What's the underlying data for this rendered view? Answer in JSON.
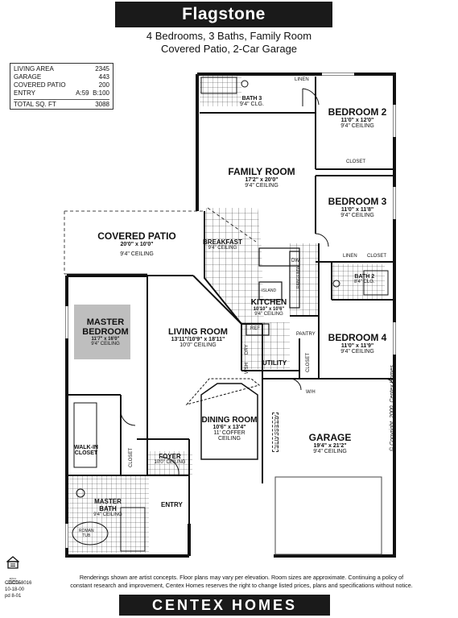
{
  "header": {
    "title": "Flagstone",
    "line1": "4 Bedrooms, 3 Baths, Family Room",
    "line2": "Covered Patio, 2-Car Garage"
  },
  "stats": {
    "rows": [
      {
        "label": "LIVING AREA",
        "value": "2345"
      },
      {
        "label": "GARAGE",
        "value": "443"
      },
      {
        "label": "COVERED PATIO",
        "value": "200"
      }
    ],
    "entry_label": "ENTRY",
    "entry_a": "A:59",
    "entry_b": "B:100",
    "total_label": "TOTAL SQ. FT",
    "total_value": "3088"
  },
  "rooms": {
    "bath3": {
      "name": "BATH 3",
      "dims": "9'4\" CLG."
    },
    "linen_top": {
      "name": "LINEN"
    },
    "bedroom2": {
      "name": "BEDROOM 2",
      "size": "11'0\" x 12'0\"",
      "ceiling": "9'4\" CEILING"
    },
    "closet_b2": {
      "name": "CLOSET"
    },
    "family": {
      "name": "FAMILY ROOM",
      "size": "17'2\" x 20'0\"",
      "ceiling": "9'4\" CEILING"
    },
    "bedroom3": {
      "name": "BEDROOM 3",
      "size": "11'0\" x 11'8\"",
      "ceiling": "9'4\" CEILING"
    },
    "linen_mid": {
      "name": "LINEN"
    },
    "closet_b3": {
      "name": "CLOSET"
    },
    "bath2": {
      "name": "BATH 2",
      "dims": "8'4\" CLG."
    },
    "patio": {
      "name": "COVERED PATIO",
      "size": "20'0\" x 10'0\"",
      "ceiling": "9'4\" CEILING"
    },
    "breakfast": {
      "name": "BREAKFAST",
      "ceiling": "9'4\" CEILING"
    },
    "dw": {
      "name": "DW"
    },
    "island": {
      "name": "ISLAND"
    },
    "range": {
      "name": "RANGE/MW"
    },
    "kitchen": {
      "name": "KITCHEN",
      "size": "10'10\" x 10'6\"",
      "ceiling": "9'4\" CEILING"
    },
    "ref": {
      "name": "REF"
    },
    "pantry": {
      "name": "PANTRY"
    },
    "dry": {
      "name": "DRY"
    },
    "wsh": {
      "name": "WSH"
    },
    "utility": {
      "name": "UTILITY"
    },
    "closet_util": {
      "name": "CLOSET"
    },
    "wh": {
      "name": "W/H"
    },
    "master": {
      "name1": "MASTER",
      "name2": "BEDROOM",
      "size": "11'7\" x 16'0\"",
      "ceiling": "9'4\" CEILING"
    },
    "living": {
      "name": "LIVING ROOM",
      "size": "13'11\"/10'9\" x 18'11\"",
      "ceiling": "10'0\" CEILING"
    },
    "bedroom4": {
      "name": "BEDROOM 4",
      "size": "11'0\" x 11'9\"",
      "ceiling": "9'4\" CEILING"
    },
    "dining": {
      "name": "DINING ROOM",
      "size": "10'6\" x 13'4\"",
      "ceiling": "11' COFFER",
      "ceiling2": "CEILING"
    },
    "access": {
      "name": "ACCESS",
      "sub": "ATTIC"
    },
    "garage": {
      "name": "GARAGE",
      "size": "19'4\" x 21'2\"",
      "ceiling": "9'4\" CEILING"
    },
    "walkin": {
      "name1": "WALK-IN",
      "name2": "CLOSET"
    },
    "closet_master": {
      "name": "CLOSET"
    },
    "foyer": {
      "name": "FOYER",
      "ceiling": "10'0\" CEILING"
    },
    "masterbath": {
      "name1": "MASTER",
      "name2": "BATH",
      "ceiling": "9'4\" CEILING"
    },
    "roman": {
      "name1": "ROMAN",
      "name2": "TUB"
    },
    "entry": {
      "name": "ENTRY"
    }
  },
  "copyright": "© Copyright, 2000, Centex Homes",
  "footer": {
    "note1": "Renderings shown are artist concepts. Floor plans may vary per elevation. Room sizes are approximate. Continuing a policy of",
    "note2": "constant research and improvement, Centex Homes reserves the right to change listed prices, plans and specifications without notice.",
    "code1": "CGC058016",
    "code2": "10-18-00",
    "code3": "pd 8-01",
    "eho": "EQUAL HOUSING OPPORTUNITY",
    "brand": "CENTEX HOMES"
  }
}
